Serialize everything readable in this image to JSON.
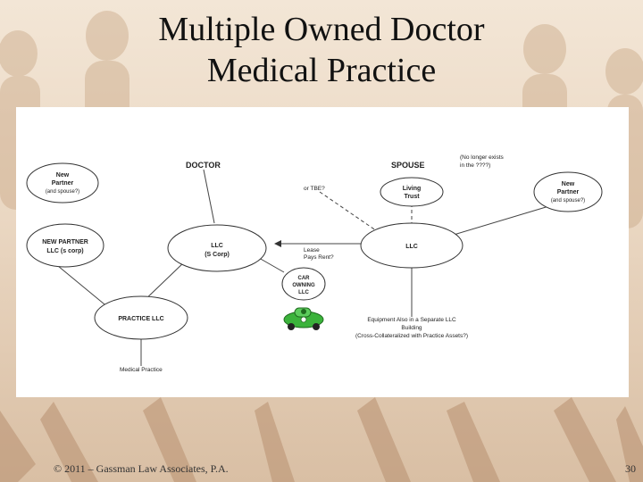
{
  "slide": {
    "title_line1": "Multiple Owned Doctor",
    "title_line2": "Medical Practice",
    "footer": "© 2011 – Gassman Law Associates, P.A.",
    "page_number": "30"
  },
  "diagram": {
    "header_doctor": "DOCTOR",
    "header_spouse": "SPOUSE",
    "spouse_note_line1": "(No longer exists",
    "spouse_note_line2": "in the ????)",
    "tbe_label": "or TBE?",
    "nodes": {
      "new_partner_left": [
        "New",
        "Partner",
        "(and spouse?)"
      ],
      "new_partner_llc": [
        "NEW PARTNER",
        "LLC (s corp)"
      ],
      "doctor_llc": [
        "LLC",
        "(S Corp)"
      ],
      "living_trust": [
        "Living",
        "Trust"
      ],
      "spouse_llc": [
        "LLC"
      ],
      "new_partner_right": [
        "New",
        "Partner",
        "(and spouse?)"
      ],
      "car_llc": [
        "CAR",
        "OWNING",
        "LLC"
      ],
      "practice_llc": [
        "PRACTICE LLC"
      ]
    },
    "lease_label_line1": "Lease",
    "lease_label_line2": "Pays Rent?",
    "equipment_line1": "Equipment Also in a Separate LLC",
    "equipment_line2": "Building",
    "equipment_line3": "(Cross-Collateralized with Practice Assets?)",
    "medical_practice": "Medical Practice",
    "car_color": "#3bb33b"
  }
}
